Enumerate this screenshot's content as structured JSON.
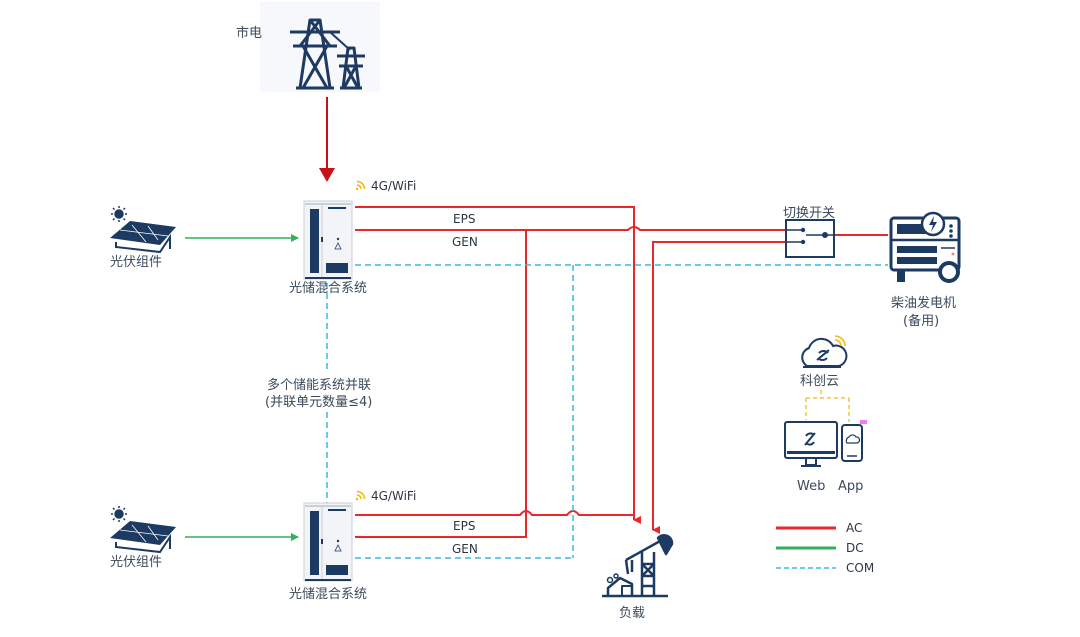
{
  "colors": {
    "ac": "#e8262b",
    "dc": "#2fb35a",
    "com": "#3ab7e6",
    "icon": "#1d3a63",
    "text": "#3c4a5c",
    "wifi": "#f5b50a",
    "cloud_link": "#f5c242"
  },
  "grid": {
    "label": "市电"
  },
  "pv_top": {
    "label": "光伏组件"
  },
  "pv_bottom": {
    "label": "光伏组件"
  },
  "system_top": {
    "label": "光储混合系统",
    "comm": "4G/WiFi"
  },
  "system_bottom": {
    "label": "光储混合系统",
    "comm": "4G/WiFi"
  },
  "lines": {
    "eps_top": "EPS",
    "gen_top": "GEN",
    "eps_bottom": "EPS",
    "gen_bottom": "GEN"
  },
  "parallel": {
    "line1": "多个储能系统并联",
    "line2": "(并联单元数量≤4)"
  },
  "switch": {
    "label": "切换开关"
  },
  "generator": {
    "line1": "柴油发电机",
    "line2": "(备用)"
  },
  "cloud": {
    "label": "科创云"
  },
  "clients": {
    "web": "Web",
    "app": "App"
  },
  "load": {
    "label": "负载"
  },
  "legend": [
    {
      "key": "ac",
      "label": "AC",
      "style": "solid"
    },
    {
      "key": "dc",
      "label": "DC",
      "style": "solid"
    },
    {
      "key": "com",
      "label": "COM",
      "style": "dashed"
    }
  ]
}
